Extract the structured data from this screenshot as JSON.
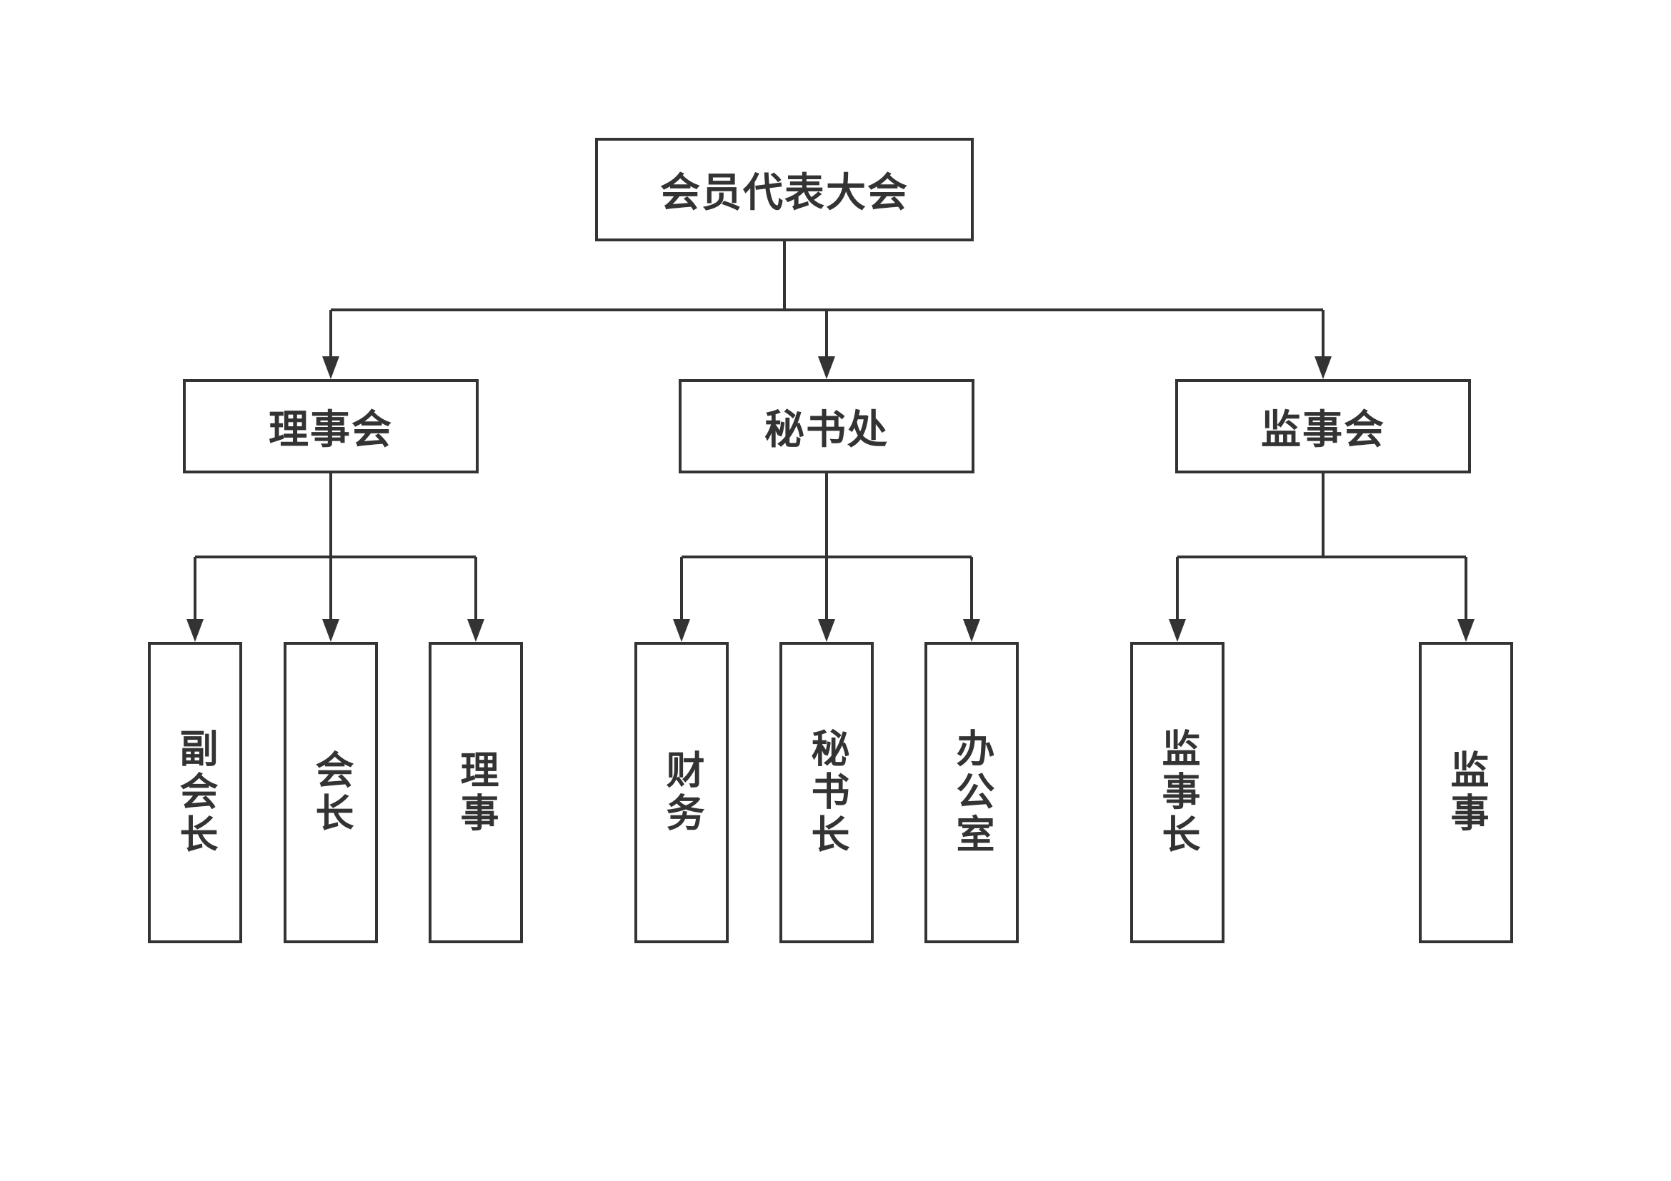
{
  "diagram": {
    "root": {
      "label": "会员代表大会"
    },
    "branches": [
      {
        "label": "理事会",
        "children": [
          "副会长",
          "会长",
          "理事"
        ]
      },
      {
        "label": "秘书处",
        "children": [
          "财务",
          "秘书长",
          "办公室"
        ]
      },
      {
        "label": "监事会",
        "children": [
          "监事长",
          "监事"
        ]
      }
    ]
  },
  "colors": {
    "line": "#333333",
    "box_border": "#333333",
    "text": "#333333",
    "background": "#ffffff"
  }
}
